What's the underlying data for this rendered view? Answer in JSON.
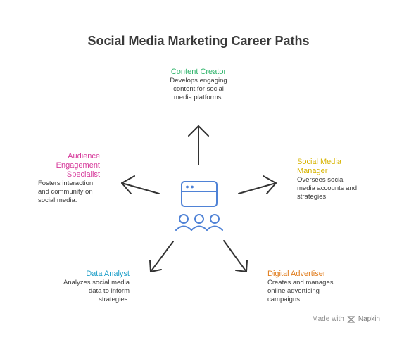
{
  "title": "Social Media Marketing Career Paths",
  "colors": {
    "content_creator": "#2FB46B",
    "social_media_manager": "#D7B400",
    "digital_advertiser": "#E07B1A",
    "data_analyst": "#1E9FC9",
    "audience_engagement": "#D6399A",
    "hub_icon": "#4F82D6",
    "arrow": "#333333"
  },
  "nodes": {
    "content_creator": {
      "title": "Content Creator",
      "desc": "Develops engaging\ncontent for social\nmedia platforms."
    },
    "social_media_manager": {
      "title": "Social Media\nManager",
      "desc": "Oversees social\nmedia accounts and\nstrategies."
    },
    "digital_advertiser": {
      "title": "Digital Advertiser",
      "desc": "Creates and manages\nonline advertising\ncampaigns."
    },
    "data_analyst": {
      "title": "Data Analyst",
      "desc": "Analyzes social media\ndata to inform\nstrategies."
    },
    "audience_engagement": {
      "title": "Audience\nEngagement\nSpecialist",
      "desc": "Fosters interaction\nand community on\nsocial media."
    }
  },
  "footer": {
    "made_with": "Made with",
    "brand": "Napkin"
  }
}
